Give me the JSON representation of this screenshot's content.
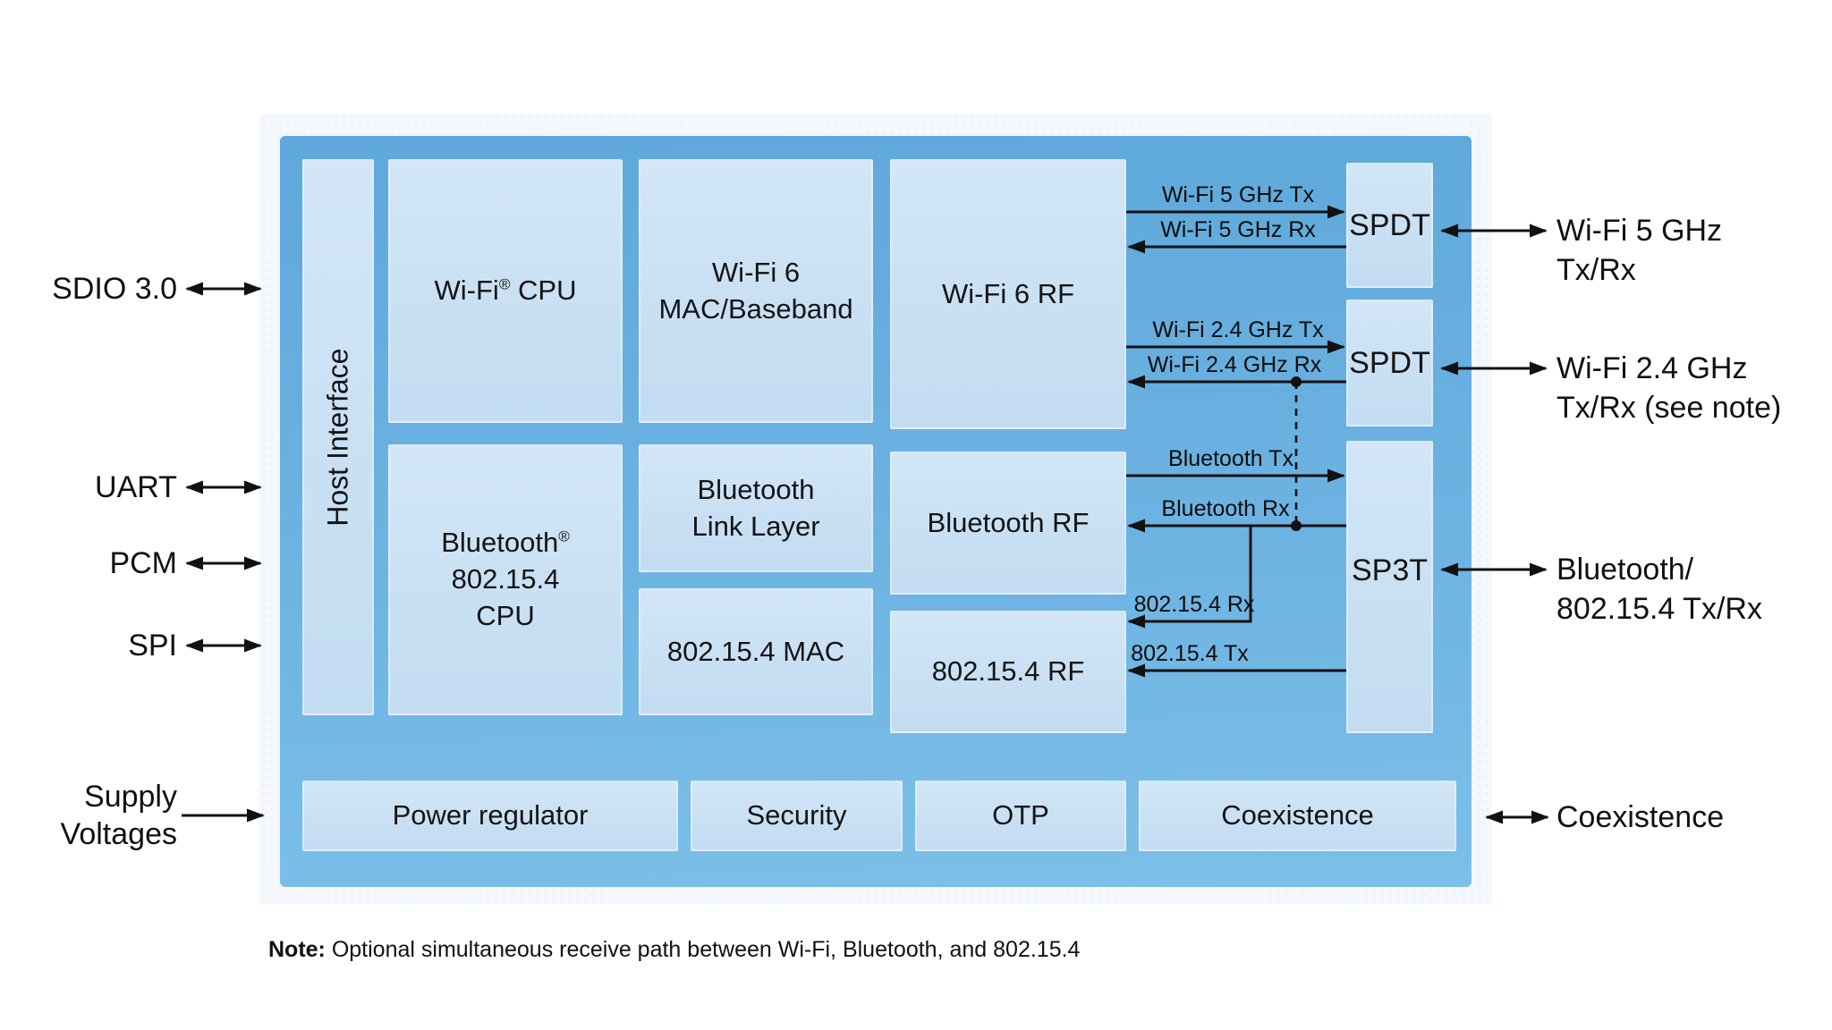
{
  "colors": {
    "chip_top": "#5ea8db",
    "chip_mid": "#6db3e2",
    "chip_bottom": "#7cc0e9",
    "block_top": "#d2e6f7",
    "block_bottom": "#c2dcf1",
    "canvas_bg": "#f4f7fb",
    "ink": "#111111"
  },
  "blocks": {
    "host_interface": {
      "label": "Host Interface"
    },
    "wifi_cpu": {
      "name": "Wi-Fi",
      "reg": "®",
      "suffix": " CPU"
    },
    "wifi_mac": {
      "line1": "Wi-Fi 6",
      "line2": "MAC/Baseband"
    },
    "wifi_rf": {
      "label": "Wi-Fi 6 RF"
    },
    "bt_cpu": {
      "name": "Bluetooth",
      "reg": "®",
      "line2": "802.15.4",
      "line3": "CPU"
    },
    "bt_link": {
      "line1": "Bluetooth",
      "line2": "Link Layer"
    },
    "mac_802154": {
      "label": "802.15.4 MAC"
    },
    "bt_rf": {
      "label": "Bluetooth RF"
    },
    "rf_802154": {
      "label": "802.15.4 RF"
    },
    "spdt_5ghz": {
      "label": "SPDT"
    },
    "spdt_24ghz": {
      "label": "SPDT"
    },
    "sp3t": {
      "label": "SP3T"
    },
    "power_regulator": {
      "label": "Power regulator"
    },
    "security": {
      "label": "Security"
    },
    "otp": {
      "label": "OTP"
    },
    "coexistence": {
      "label": "Coexistence"
    }
  },
  "left_ports": {
    "sdio": {
      "label": "SDIO 3.0"
    },
    "uart": {
      "label": "UART"
    },
    "pcm": {
      "label": "PCM"
    },
    "spi": {
      "label": "SPI"
    },
    "supply": {
      "line1": "Supply",
      "line2": "Voltages"
    }
  },
  "right_ports": {
    "wifi5": {
      "line1": "Wi-Fi 5 GHz",
      "line2": "Tx/Rx"
    },
    "wifi24": {
      "line1": "Wi-Fi 2.4 GHz",
      "line2": "Tx/Rx (see note)"
    },
    "bt": {
      "line1": "Bluetooth/",
      "line2": "802.15.4 Tx/Rx"
    },
    "coex": {
      "label": "Coexistence"
    }
  },
  "signals": {
    "wifi5_tx": {
      "label": "Wi-Fi 5 GHz Tx"
    },
    "wifi5_rx": {
      "label": "Wi-Fi 5 GHz Rx"
    },
    "wifi24_tx": {
      "label": "Wi-Fi 2.4 GHz Tx"
    },
    "wifi24_rx": {
      "label": "Wi-Fi 2.4 GHz Rx"
    },
    "bt_tx": {
      "label": "Bluetooth Tx"
    },
    "bt_rx": {
      "label": "Bluetooth Rx"
    },
    "rx_802154": {
      "label": "802.15.4 Rx"
    },
    "tx_802154": {
      "label": "802.15.4 Tx"
    }
  },
  "note": {
    "label": "Note:",
    "text": " Optional simultaneous receive path between Wi-Fi, Bluetooth, and 802.15.4"
  }
}
